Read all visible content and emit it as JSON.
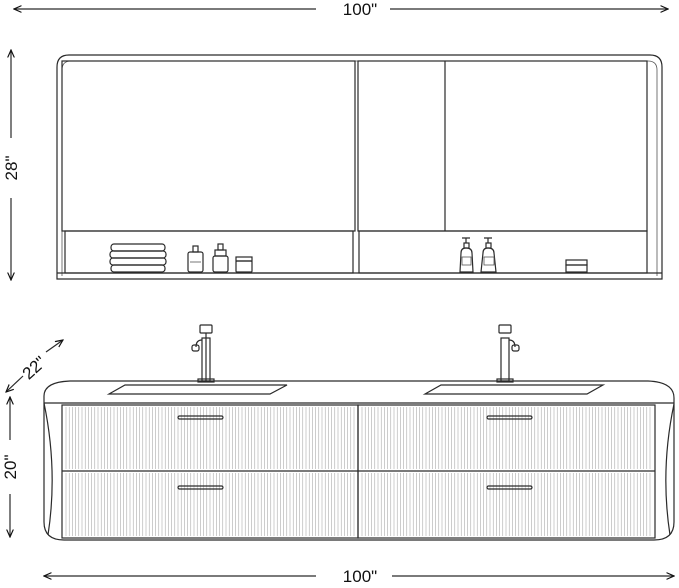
{
  "dimensions": {
    "cabinet_width": "100\"",
    "cabinet_height": "28\"",
    "vanity_depth": "22\"",
    "vanity_height": "20\"",
    "vanity_width": "100\""
  },
  "colors": {
    "line": "#2a2a2a",
    "background": "#ffffff",
    "fluting": "#9a9a9a"
  }
}
